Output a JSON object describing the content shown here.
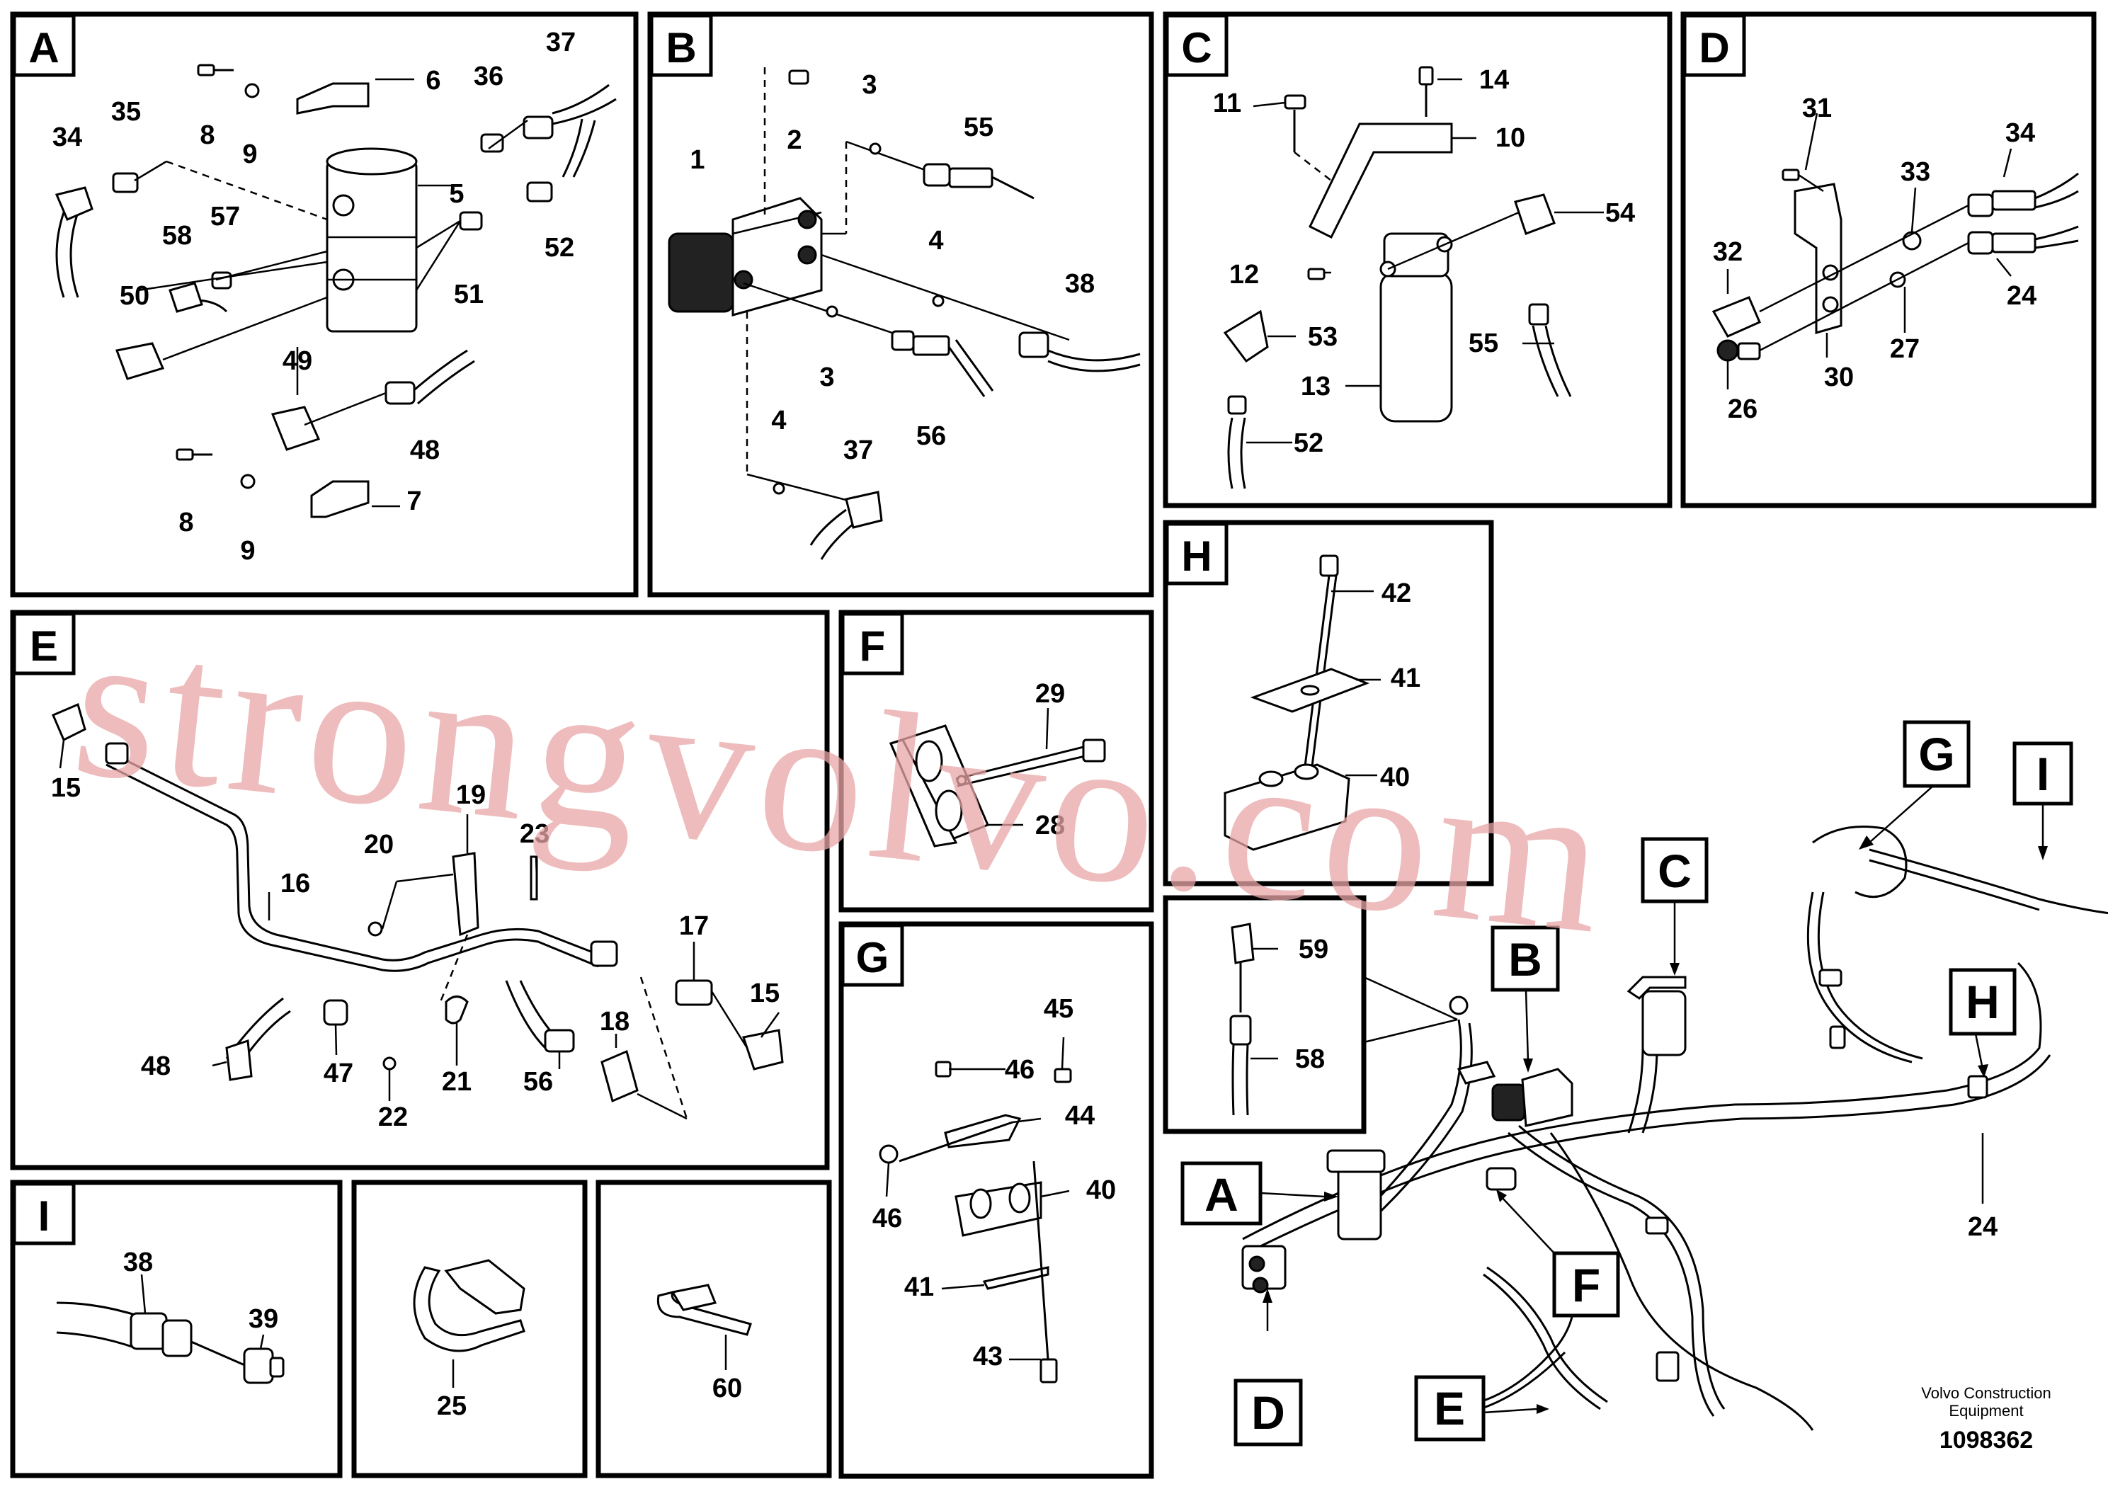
{
  "panels": [
    {
      "id": "A",
      "labels": [
        "37",
        "6",
        "36",
        "34",
        "35",
        "8",
        "9",
        "5",
        "52",
        "58",
        "57",
        "51",
        "50",
        "49",
        "48",
        "8",
        "9",
        "7"
      ]
    },
    {
      "id": "B",
      "labels": [
        "2",
        "3",
        "55",
        "1",
        "4",
        "38",
        "3",
        "56",
        "4",
        "37"
      ]
    },
    {
      "id": "C",
      "labels": [
        "14",
        "11",
        "10",
        "54",
        "12",
        "53",
        "55",
        "13",
        "52"
      ]
    },
    {
      "id": "D",
      "labels": [
        "31",
        "34",
        "33",
        "32",
        "24",
        "27",
        "30",
        "26"
      ]
    },
    {
      "id": "E",
      "labels": [
        "15",
        "19",
        "23",
        "20",
        "16",
        "17",
        "15",
        "18",
        "48",
        "47",
        "22",
        "21",
        "56"
      ]
    },
    {
      "id": "F",
      "labels": [
        "29",
        "28"
      ]
    },
    {
      "id": "G",
      "labels": [
        "45",
        "46",
        "44",
        "40",
        "46",
        "41",
        "43"
      ]
    },
    {
      "id": "H",
      "labels": [
        "42",
        "41",
        "40"
      ]
    },
    {
      "id": "",
      "labels": [
        "59",
        "58"
      ]
    },
    {
      "id": "I",
      "labels": [
        "38",
        "39"
      ]
    },
    {
      "id": "",
      "labels": [
        "25"
      ]
    },
    {
      "id": "",
      "labels": [
        "60"
      ]
    }
  ],
  "overview": {
    "callouts": [
      "G",
      "I",
      "C",
      "B",
      "H",
      "A",
      "F",
      "D",
      "E"
    ],
    "labels": [
      "24"
    ]
  },
  "footer": {
    "company": "Volvo Construction",
    "company2": "Equipment",
    "drawing_number": "1098362"
  },
  "watermark": "strongvolvo.com"
}
